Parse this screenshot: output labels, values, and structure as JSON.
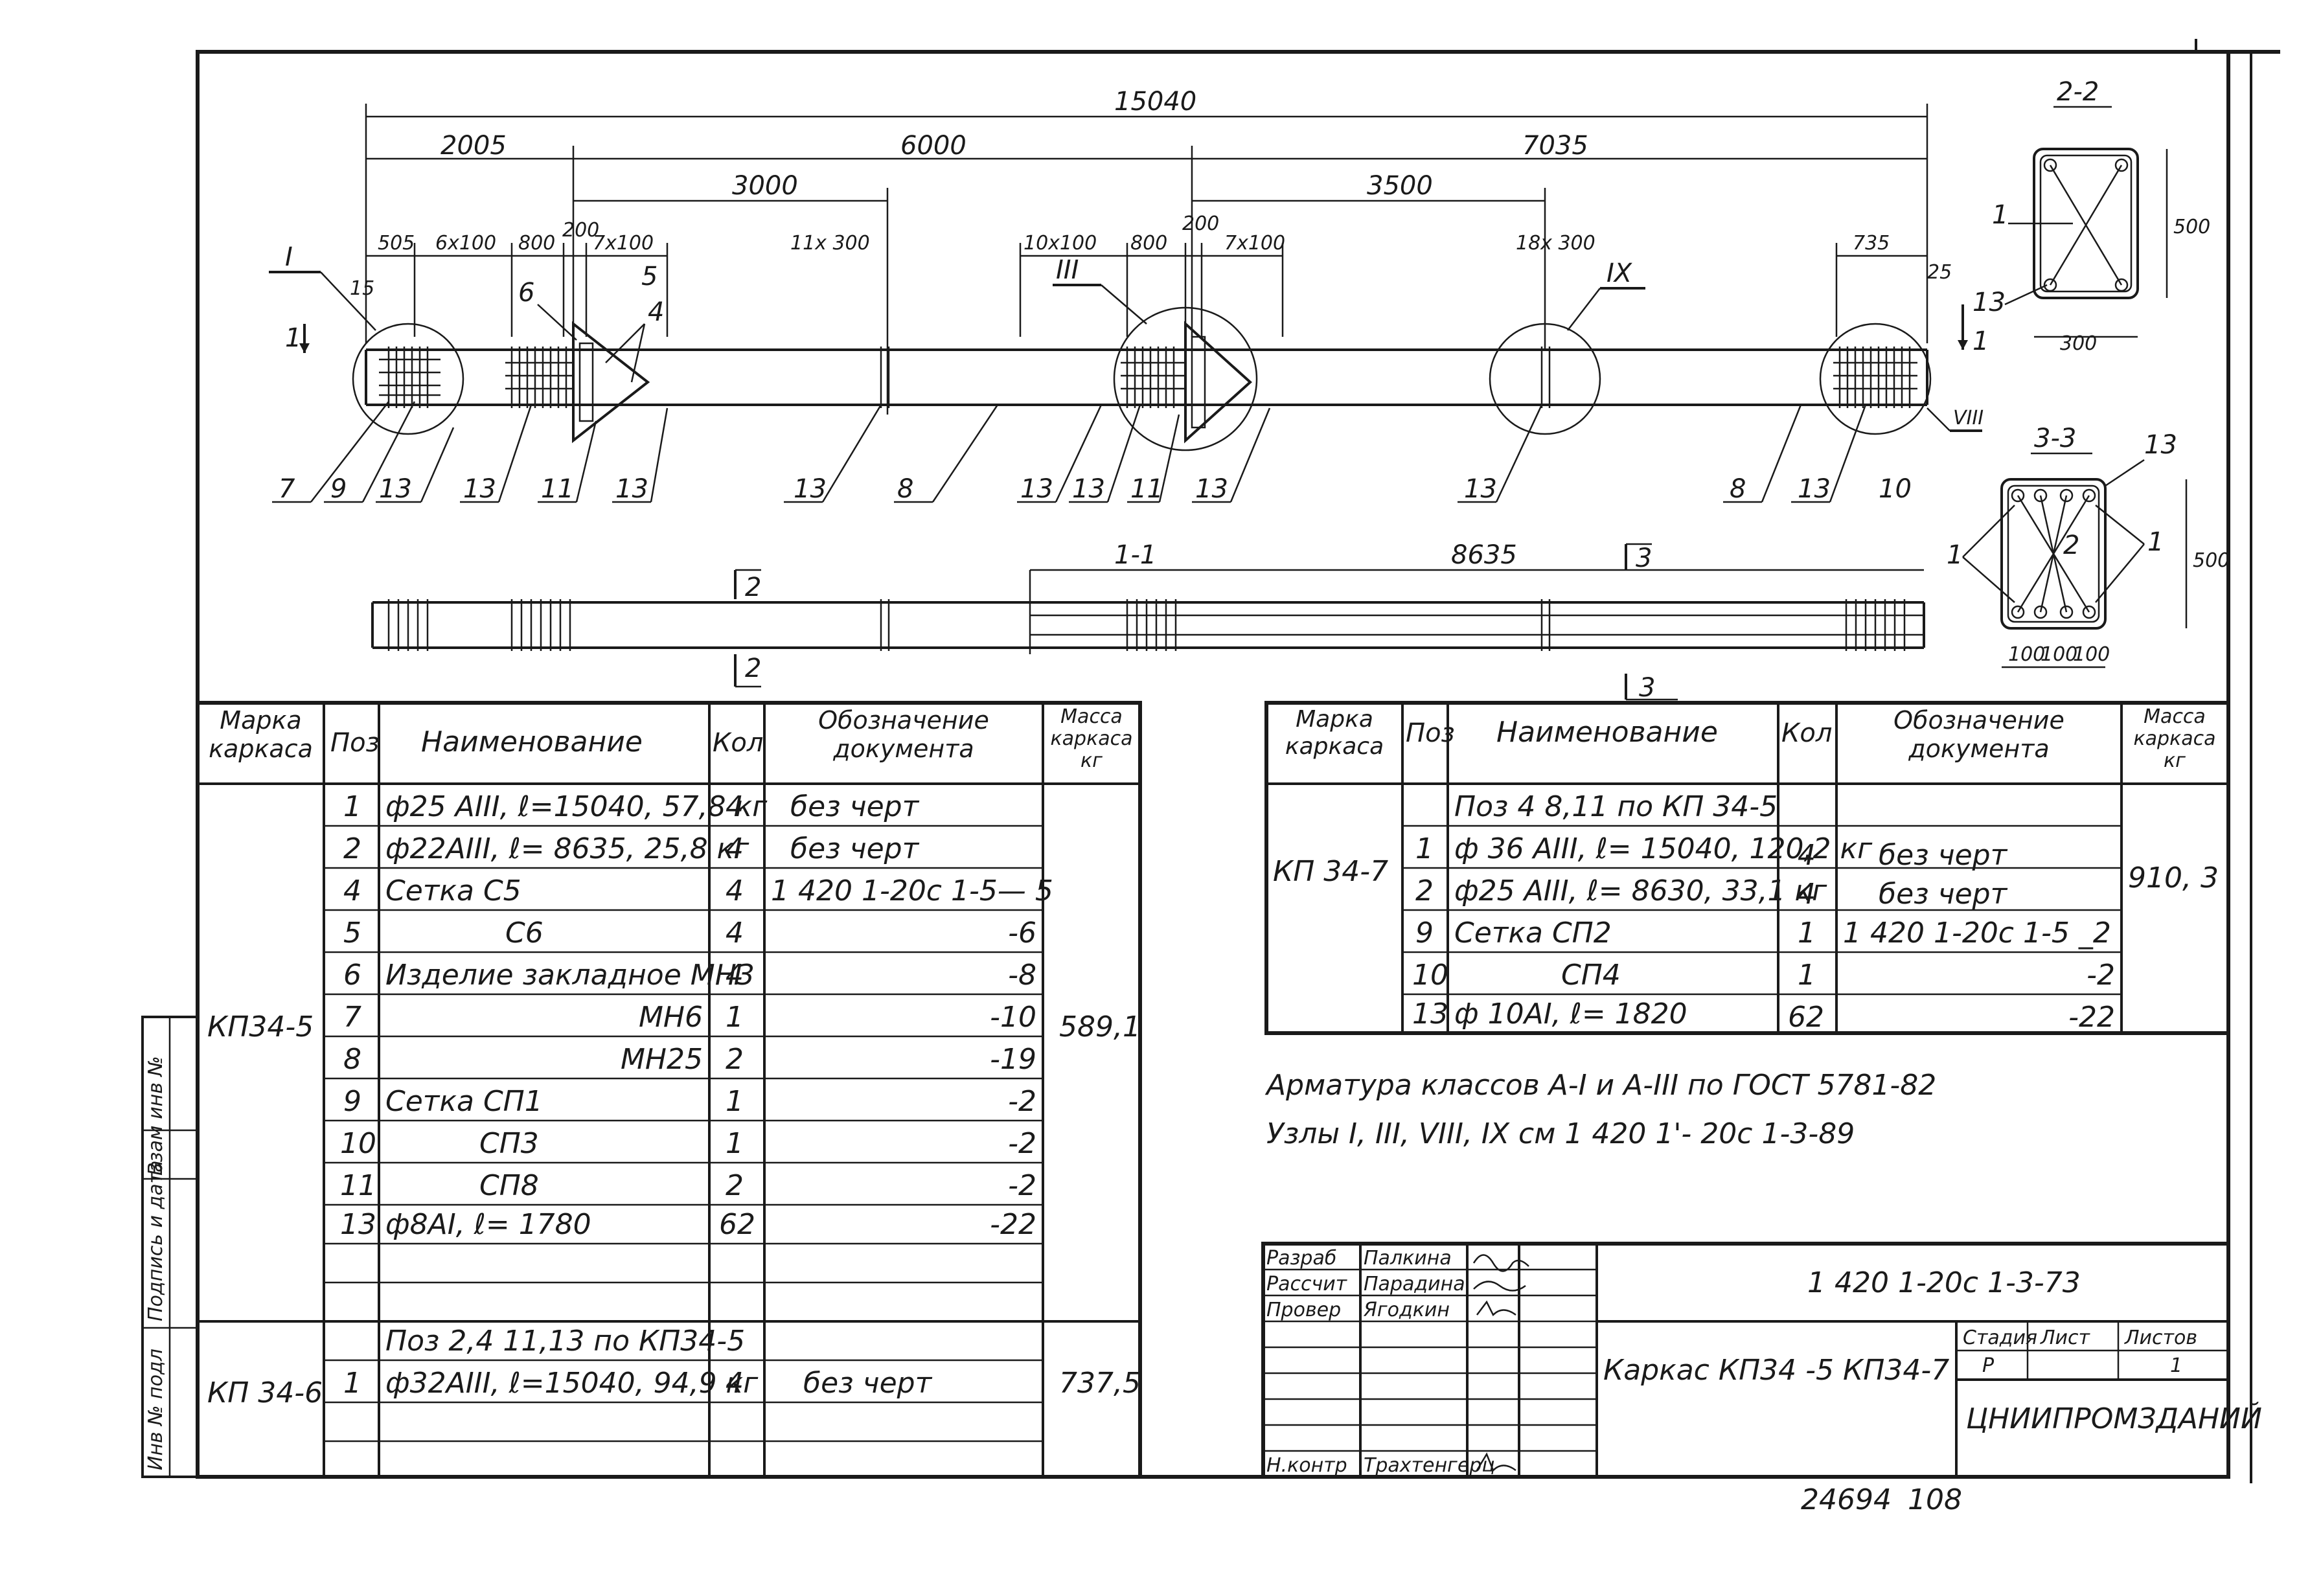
{
  "drawing": {
    "dims_top": {
      "overall": "15040",
      "left": "2005",
      "middle": "6000",
      "right": "7035",
      "span1": "3000",
      "span2": "3500",
      "d505": "505",
      "d6x100": "6х100",
      "d800a": "800",
      "d200a": "200",
      "d7x100a": "7х100",
      "d11x300": "11х 300",
      "d10x100": "10х100",
      "d800b": "800",
      "d200b": "200",
      "d7x100b": "7х100",
      "d18x300": "18х 300",
      "d735": "735",
      "d15": "15",
      "d25": "25"
    },
    "node_labels": {
      "n1": "I",
      "n3": "III",
      "n9": "IX",
      "n8": "VIII"
    },
    "pos_labels": [
      "7",
      "9",
      "13",
      "13",
      "11",
      "13",
      "13",
      "8",
      "13",
      "13",
      "11",
      "13",
      "13",
      "8",
      "13",
      "10"
    ],
    "pos_top": {
      "p6": "6",
      "p5": "5",
      "p4": "4"
    },
    "section_marks": {
      "s1a": "1",
      "s1b": "1",
      "s2a": "2",
      "s2b": "2",
      "s3a": "3",
      "s3b": "3",
      "view11": "1-1",
      "dim8635": "8635"
    },
    "section22": {
      "title": "2-2",
      "label1": "1",
      "label13": "13",
      "width": "300",
      "height": "500"
    },
    "section33": {
      "title": "3-3",
      "label13": "13",
      "label1a": "1",
      "label1b": "1",
      "label2": "2",
      "height": "500",
      "w1": "100",
      "w2": "100",
      "w3": "100"
    }
  },
  "spec_left": {
    "headers": {
      "mark": "Марка каркаса",
      "pos": "Поз",
      "name": "Наименование",
      "qty": "Кол",
      "doc": "Обозначение документа",
      "mass": "Масса каркаса кг"
    },
    "mark_kp345": "КП34-5",
    "mass_kp345": "589,1",
    "rows_kp345": [
      {
        "pos": "1",
        "name": "ф25 АIII, ℓ=15040, 57,8 кг",
        "qty": "4",
        "doc": "без черт"
      },
      {
        "pos": "2",
        "name": "ф22АIII, ℓ= 8635, 25,8 кг",
        "qty": "4",
        "doc": "без черт"
      },
      {
        "pos": "4",
        "name": "Сетка  С5",
        "qty": "4",
        "doc": "1 420 1-20с 1-5— 5"
      },
      {
        "pos": "5",
        "name": "С6",
        "qty": "4",
        "doc": "-6"
      },
      {
        "pos": "6",
        "name": "Изделие закладное  МН3",
        "qty": "4",
        "doc": "-8"
      },
      {
        "pos": "7",
        "name": "МН6",
        "qty": "1",
        "doc": "-10"
      },
      {
        "pos": "8",
        "name": "МН25",
        "qty": "2",
        "doc": "-19"
      },
      {
        "pos": "9",
        "name": "Сетка  СП1",
        "qty": "1",
        "doc": "-2"
      },
      {
        "pos": "10",
        "name": "СП3",
        "qty": "1",
        "doc": "-2"
      },
      {
        "pos": "11",
        "name": "СП8",
        "qty": "2",
        "doc": "-2"
      },
      {
        "pos": "13",
        "name": "ф8АI,  ℓ= 1780",
        "qty": "62",
        "doc": "-22"
      }
    ],
    "mark_kp346": "КП 34-6",
    "mass_kp346": "737,5",
    "kp346_note": "Поз 2,4  11,13 по КП34-5",
    "row_kp346": {
      "pos": "1",
      "name": "ф32АIII, ℓ=15040,  94,9 кг",
      "qty": "4",
      "doc": "без черт"
    }
  },
  "spec_right": {
    "headers": {
      "mark": "Марка каркаса",
      "pos": "Поз",
      "name": "Наименование",
      "qty": "Кол",
      "doc": "Обозначение документа",
      "mass": "Масса каркаса кг"
    },
    "mark": "КП 34-7",
    "mass": "910, 3",
    "note": "Поз 4  8,11 по КП 34-5",
    "rows": [
      {
        "pos": "1",
        "name": "ф 36 АIII, ℓ= 15040,  120,2 кг",
        "qty": "4",
        "doc": "без черт"
      },
      {
        "pos": "2",
        "name": "ф25 АIII, ℓ= 8630,  33,1 кг",
        "qty": "4",
        "doc": "без черт"
      },
      {
        "pos": "9",
        "name": "Сетка  СП2",
        "qty": "1",
        "doc": "1 420 1-20с 1-5 _2"
      },
      {
        "pos": "10",
        "name": "СП4",
        "qty": "1",
        "doc": "-2"
      },
      {
        "pos": "13",
        "name": "ф 10АI,  ℓ= 1820",
        "qty": "62",
        "doc": "-22"
      }
    ]
  },
  "notes": {
    "line1": "Арматура  классов  А-I и  А-III  по  ГОСТ  5781-82",
    "line2": "Узлы  I,  III,  VIII,  IX   см    1 420 1'- 20с  1-3-89"
  },
  "title_block": {
    "roles": [
      "Разраб",
      "Рассчит",
      "Провер",
      "",
      "",
      "",
      "Н.контр"
    ],
    "names": [
      "Палкина",
      "Парадина",
      "Ягодкин",
      "",
      "",
      "",
      "Трахтенгерц"
    ],
    "doc_code": "1 420 1-20с 1-3-73",
    "title": "Каркас КП34 -5   КП34-7",
    "stage_label": "Стадия",
    "sheet_label": "Лист",
    "sheets_label": "Листов",
    "stage": "Р",
    "sheets": "1",
    "org": "ЦНИИПРОМЗДАНИЙ"
  },
  "side_stamp": {
    "inv_orig": "Инв № подл",
    "sign_date": "Подпись и дата",
    "vzam_inv": "Взам инв №"
  },
  "footer": {
    "archive": "24694",
    "page": "108"
  }
}
